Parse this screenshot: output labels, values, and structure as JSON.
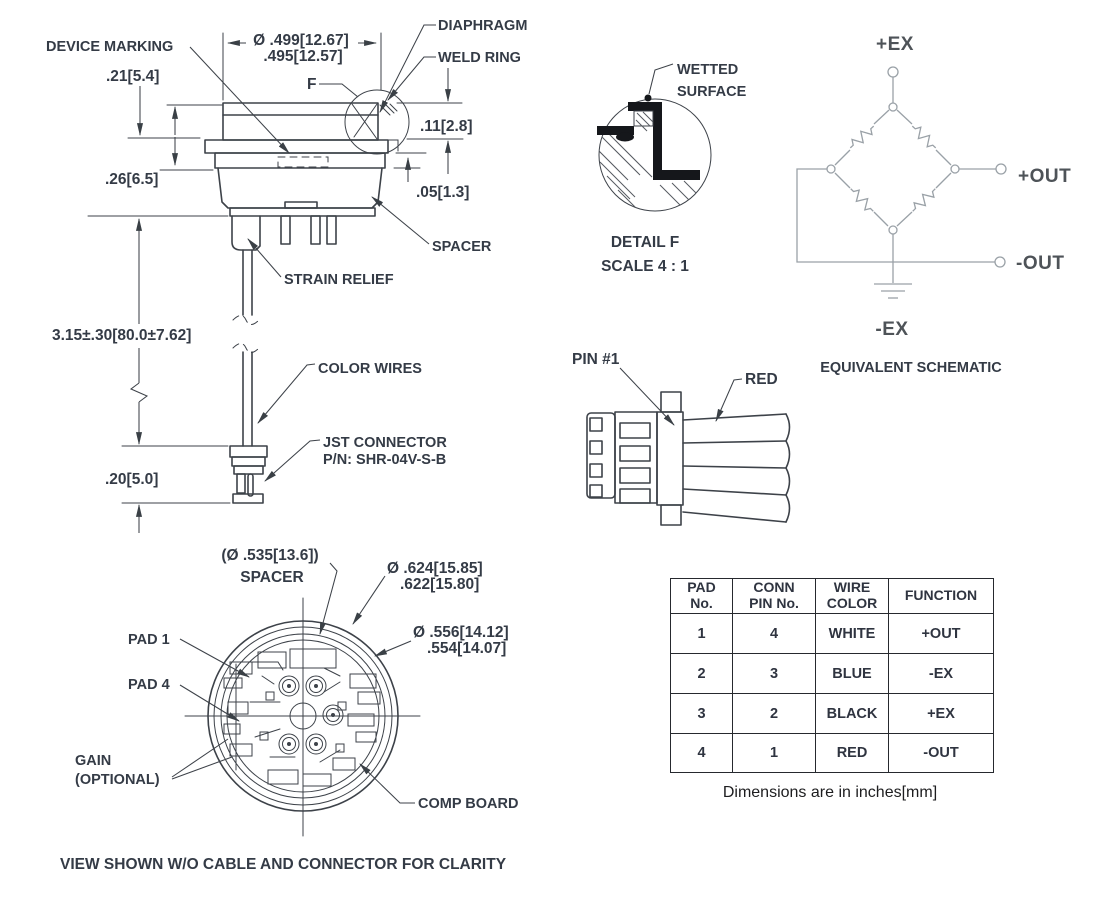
{
  "side_view": {
    "device_marking": "DEVICE MARKING",
    "diaphragm": "DIAPHRAGM",
    "weld_ring": "WELD RING",
    "f_ref": "F",
    "spacer": "SPACER",
    "strain_relief": "STRAIN RELIEF",
    "color_wires": "COLOR WIRES",
    "jst_line1": "JST CONNECTOR",
    "jst_line2": "P/N: SHR-04V-S-B",
    "dim_marking_height": ".21[5.4]",
    "dim_dia_line1": "Ø .499[12.67]",
    "dim_dia_line2": ".495[12.57]",
    "dim_weld": ".11[2.8]",
    "dim_body": ".26[6.5]",
    "dim_spacer": ".05[1.3]",
    "dim_cable": "3.15±.30[80.0±7.62]",
    "dim_connector": ".20[5.0]"
  },
  "detail_f": {
    "callout_line1": "WETTED",
    "callout_line2": "SURFACE",
    "title": "DETAIL F",
    "scale": "SCALE 4 : 1"
  },
  "connector_view": {
    "pin_label": "PIN #1",
    "wire_label": "RED"
  },
  "schematic": {
    "pos_ex": "+EX",
    "neg_ex": "-EX",
    "pos_out": "+OUT",
    "neg_out": "-OUT",
    "caption": "EQUIVALENT SCHEMATIC"
  },
  "bottom_view": {
    "spacer_dia": "(Ø .535[13.6])",
    "spacer_word": "SPACER",
    "outer_dia_line1": "Ø .624[15.85]",
    "outer_dia_line2": ".622[15.80]",
    "board_dia_line1": "Ø .556[14.12]",
    "board_dia_line2": ".554[14.07]",
    "pad1": "PAD 1",
    "pad4": "PAD 4",
    "gain_line1": "GAIN",
    "gain_line2": "(OPTIONAL)",
    "comp_board": "COMP BOARD",
    "caption": "VIEW SHOWN W/O CABLE AND CONNECTOR FOR CLARITY"
  },
  "wiring_table": {
    "headers": [
      [
        "PAD",
        "No."
      ],
      [
        "CONN",
        "PIN No."
      ],
      [
        "WIRE",
        "COLOR"
      ],
      [
        "FUNCTION",
        ""
      ]
    ],
    "rows": [
      [
        "1",
        "4",
        "WHITE",
        "+OUT"
      ],
      [
        "2",
        "3",
        "BLUE",
        "-EX"
      ],
      [
        "3",
        "2",
        "BLACK",
        "+EX"
      ],
      [
        "4",
        "1",
        "RED",
        "-OUT"
      ]
    ],
    "note": "Dimensions are in inches[mm]"
  },
  "palette": {
    "line": "#3d4249",
    "schematic_line": "#9aa1a7",
    "text": "#343b46",
    "table_border": "#26292e"
  }
}
